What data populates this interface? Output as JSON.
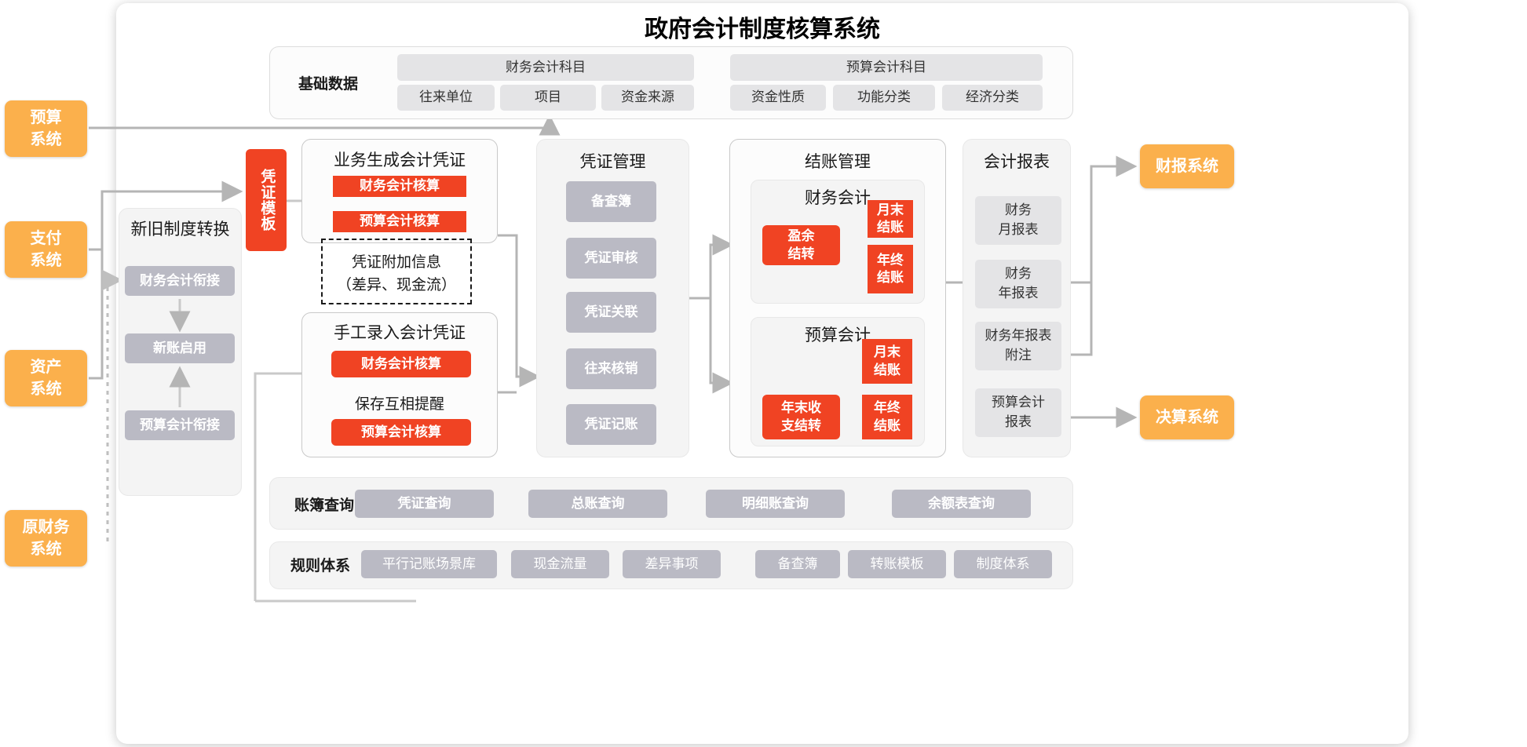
{
  "title": "政府会计制度核算系统",
  "left_systems": [
    {
      "label": "预算\n系统",
      "name": "budget-system"
    },
    {
      "label": "支付\n系统",
      "name": "payment-system"
    },
    {
      "label": "资产\n系统",
      "name": "asset-system"
    },
    {
      "label": "原财务\n系统",
      "name": "legacy-finance-system"
    }
  ],
  "right_systems": [
    {
      "label": "财报系统",
      "name": "financial-report-system"
    },
    {
      "label": "决算系统",
      "name": "final-accounts-system"
    }
  ],
  "basic_data": {
    "label": "基础数据",
    "groups": [
      {
        "header": "财务会计科目",
        "items": [
          "往来单位",
          "项目",
          "资金来源"
        ]
      },
      {
        "header": "预算会计科目",
        "items": [
          "资金性质",
          "功能分类",
          "经济分类"
        ]
      }
    ]
  },
  "conversion": {
    "title": "新旧制度转换",
    "items": [
      "财务会计衔接",
      "新账启用",
      "预算会计衔接"
    ]
  },
  "voucher_template": {
    "label": "凭证模板"
  },
  "business_voucher": {
    "title": "业务生成会计凭证",
    "items": [
      "财务会计核算",
      "预算会计核算"
    ]
  },
  "voucher_extra": {
    "lines": [
      "凭证附加信息",
      "（差异、现金流）"
    ]
  },
  "manual_voucher": {
    "title": "手工录入会计凭证",
    "first_item": "财务会计核算",
    "middle_note": "保存互相提醒",
    "second_item": "预算会计核算"
  },
  "voucher_management": {
    "title": "凭证管理",
    "items": [
      "备查簿",
      "凭证审核",
      "凭证关联",
      "往来核销",
      "凭证记账"
    ]
  },
  "closing_management": {
    "title": "结账管理",
    "financial": {
      "title": "财务会计",
      "source": "盈余\n结转",
      "targets": [
        "月末\n结账",
        "年终\n结账"
      ]
    },
    "budget": {
      "title": "预算会计",
      "source": "年末收\n支结转",
      "targets": [
        "月末\n结账",
        "年终\n结账"
      ]
    }
  },
  "reports": {
    "title": "会计报表",
    "items": [
      "财务\n月报表",
      "财务\n年报表",
      "财务年报表\n附注",
      "预算会计\n报表"
    ]
  },
  "ledger_query": {
    "label": "账簿查询",
    "items": [
      "凭证查询",
      "总账查询",
      "明细账查询",
      "余额表查询"
    ]
  },
  "rule_system": {
    "label": "规则体系",
    "items": [
      "平行记账场景库",
      "现金流量",
      "差异事项",
      "备查簿",
      "转账模板",
      "制度体系"
    ]
  },
  "colors": {
    "orange": "#FBB04C",
    "red": "#F04323",
    "gray": "#BABAC4",
    "light_gray": "#E4E4E6",
    "wire": "#B5B5B5",
    "blue_arrow": "#4472C4"
  }
}
